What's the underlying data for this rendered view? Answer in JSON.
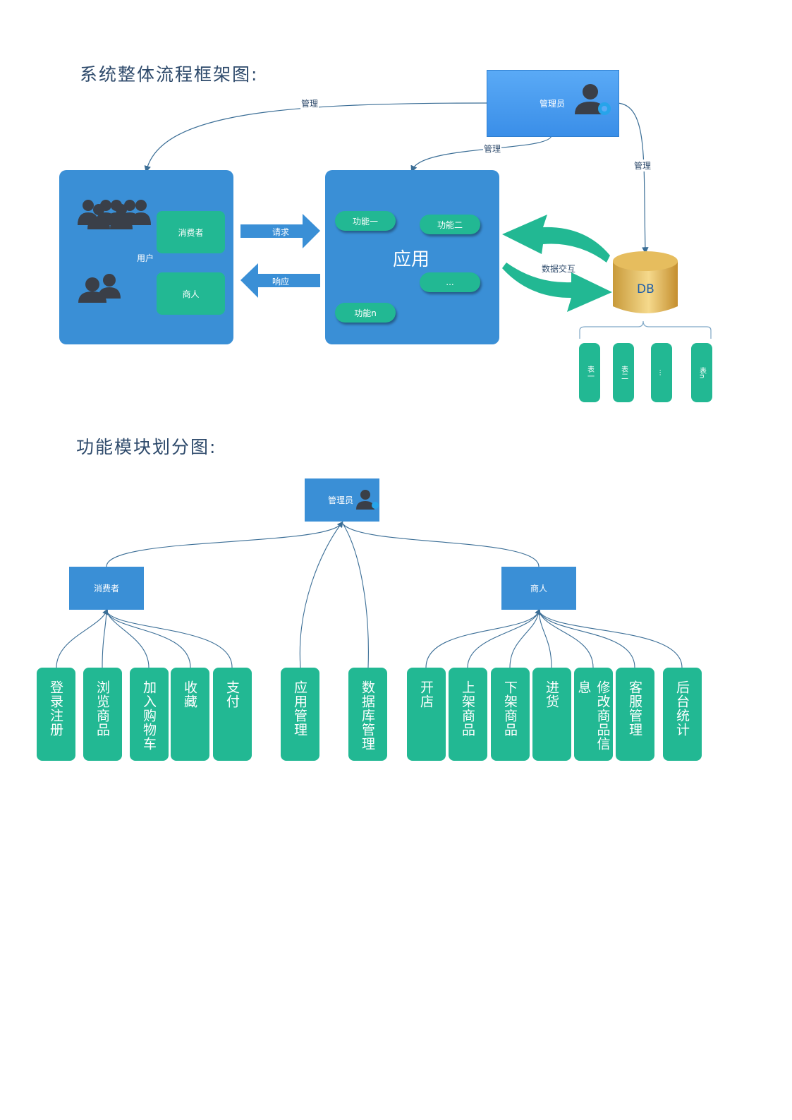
{
  "headings": {
    "system_flow": "系统整体流程框架图:",
    "module_division": "功能模块划分图:"
  },
  "admin": {
    "label": "管理员"
  },
  "connectors": {
    "manage": "管理",
    "request": "请求",
    "response": "响应",
    "data_exchange": "数据交互"
  },
  "users": {
    "group": "用户",
    "consumer": "消费者",
    "merchant": "商人"
  },
  "app": {
    "title": "应用",
    "functions": [
      "功能一",
      "功能二",
      "...",
      "功能n"
    ]
  },
  "db": {
    "label": "DB",
    "tables": [
      "表一",
      "表二",
      "...",
      "表n"
    ]
  },
  "tree": {
    "root": "管理员",
    "consumer": "消费者",
    "merchant": "商人",
    "consumer_modules": [
      "登录注册",
      "浏览商品",
      "加入购物车",
      "收藏",
      "支付"
    ],
    "admin_modules": [
      "应用管理",
      "数据库管理"
    ],
    "merchant_modules": [
      "开店",
      "上架商品",
      "下架商品",
      "进货",
      "修改商品信息",
      "客服管理",
      "后台统计"
    ]
  },
  "colors": {
    "panel_blue": "#3a8fd6",
    "green": "#22b893",
    "admin_blue": "#4a9ff0",
    "db_gold": "#e2b04a",
    "line": "#3b6e96"
  }
}
